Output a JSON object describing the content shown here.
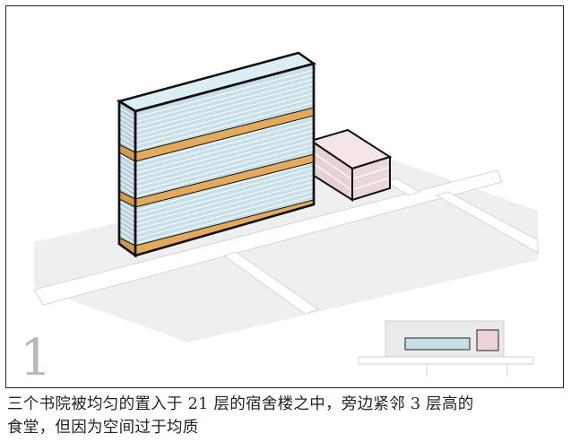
{
  "figure_number": "1",
  "caption": {
    "line1": "三个书院被均匀的置入于 21 层的宿舍楼之中，旁边紧邻 3 层高的",
    "line2": "食堂，但因为空间过于均质"
  },
  "colors": {
    "ground": "#eeeeee",
    "road": "#ffffff",
    "tower_front": "#c6dde6",
    "tower_side": "#a9c5cf",
    "tower_top": "#d9ecf0",
    "academy_band": "#e0a85a",
    "canteen_front": "#ebd4d6",
    "canteen_top": "#f3e2e3",
    "canteen_side": "#d8bcbf",
    "outline": "#111111"
  },
  "icons": {
    "key_plan": "key-plan-icon"
  }
}
